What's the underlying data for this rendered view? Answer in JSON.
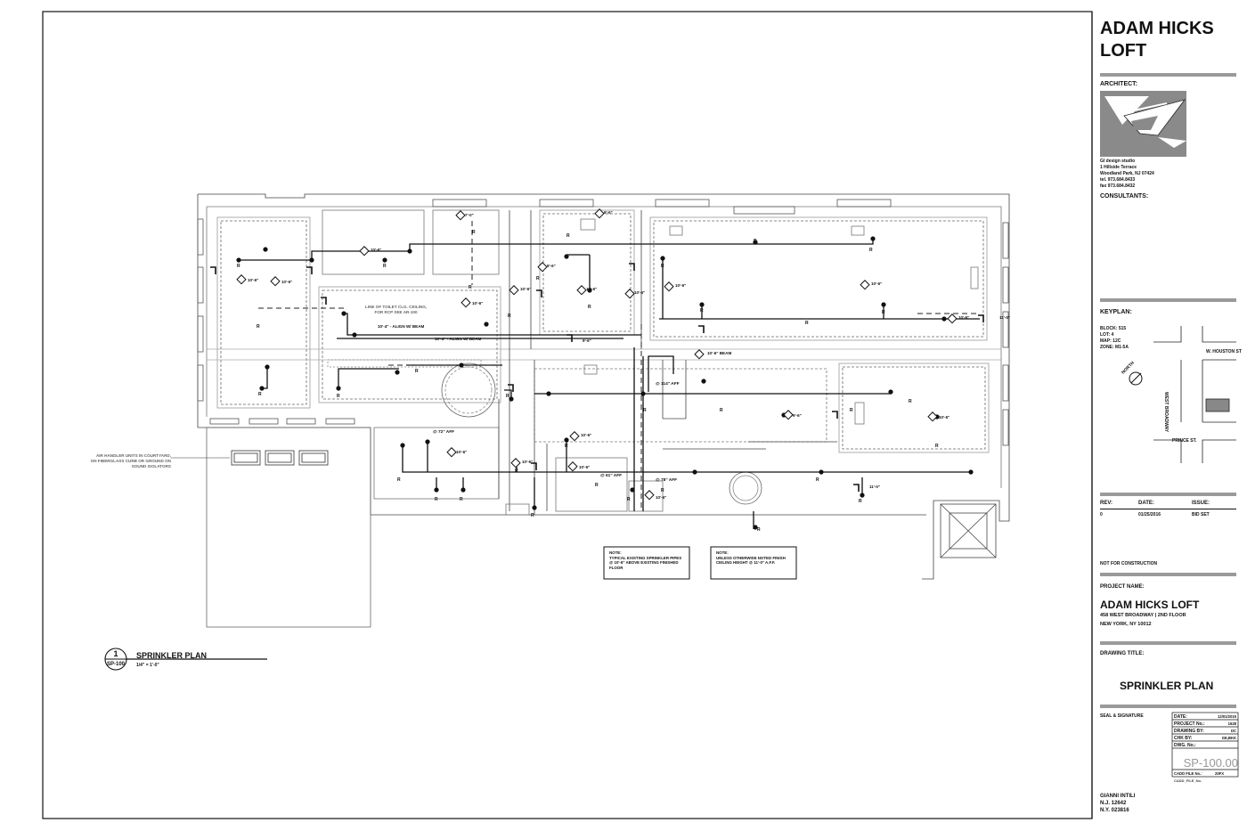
{
  "title_block": {
    "project_title_line1": "ADAM HICKS",
    "project_title_line2": "LOFT",
    "architect_label": "ARCHITECT:",
    "architect_name": "GI design studio",
    "architect_address1": "1 Hillside Terrace",
    "architect_address2": "Woodland Park, NJ 07424",
    "architect_tel": "tel. 973.684.8433",
    "architect_fax": "fax 973.684.8432",
    "consultants_label": "CONSULTANTS:",
    "keyplan_label": "KEYPLAN:",
    "keyplan_block": "BLOCK: 515",
    "keyplan_lot": "LOT: 4",
    "keyplan_map": "MAP: 12C",
    "keyplan_zone": "ZONE: M1-5A",
    "keyplan_street_top": "W. HOUSTON ST",
    "keyplan_street_side": "WEST BROADWAY",
    "keyplan_street_bottom": "PRINCE ST.",
    "keyplan_north": "NORTH",
    "rev_header": "REV:",
    "date_header": "DATE:",
    "issue_header": "ISSUE:",
    "rev_value": "0",
    "date_value": "01/25/2016",
    "issue_value": "BID SET",
    "not_for_construction": "NOT FOR CONSTRUCTION",
    "project_name_label": "PROJECT NAME:",
    "project_name": "ADAM HICKS LOFT",
    "project_address1": "458 WEST BROADWAY | 2ND FLOOR",
    "project_address2": "NEW YORK, NY 10012",
    "drawing_title_label": "DRAWING TITLE:",
    "drawing_title": "SPRINKLER PLAN",
    "seal_label": "SEAL & SIGNATURE",
    "info_date_label": "DATE:",
    "info_date_value": "12/01/2015",
    "info_project_label": "PROJECT No.:",
    "info_project_value": "1628",
    "info_drawn_label": "DRAWING BY:",
    "info_drawn_value": "DC",
    "info_chk_label": "CHK BY:",
    "info_chk_value": "GE,BKK",
    "info_dwg_label": "DWG. No.:",
    "sheet_number": "SP-100.00",
    "info_cadd_label": "CADD FILE No.:",
    "info_cadd_value": "20FX",
    "info_cadd_file": "CADD_FILE_No.",
    "signer_name": "GIANNI INTILI",
    "signer_nj": "N.J. 12642",
    "signer_ny": "N.Y. 023816"
  },
  "drawing": {
    "view_number": "1",
    "view_sheet": "SP-100",
    "view_title": "SPRINKLER PLAN",
    "view_scale": "1/4\" = 1'-0\"",
    "note_air_handlers_1": "AIR HANDLER UNITS IN COURTYARD,",
    "note_air_handlers_2": "ON FIBERGLASS CURB OR GROUND ON",
    "note_air_handlers_3": "SOUND ISOLATORS",
    "note_toilet_1": "LINE OF TOILET CLG. CEILING,",
    "note_toilet_2": "FOR RCP SEE AR-100",
    "align_beam_1": "10'-4\" - ALIGN W/ BEAM",
    "align_beam_2": "10'-4\" - ALIGN W/ BEAM",
    "beam_label": "10'-6\" BEAM",
    "note1_head": "NOTE:",
    "note1_l1": "TYPICAL EXISTING SPRINKLER PIPES",
    "note1_l2": "@ 10'-6\" ABOVE EXISTING FINISHED",
    "note1_l3": "FLOOR",
    "note2_head": "NOTE:",
    "note2_l1": "UNLESS OTHERWISE NOTED FINISH",
    "note2_l2": "CEILING HEIGHT @ 11'-0\" A.F.F.",
    "height_72": "@ 72\" AFF",
    "height_114": "@ 114\" AFF",
    "height_61": "@ 61\" AFF",
    "height_78": "@ 78\" AFF",
    "ceiling_tag": "10'-6\"",
    "ceiling_tag_b": "9'-6\"",
    "ceiling_tag_c": "11'-0\""
  }
}
